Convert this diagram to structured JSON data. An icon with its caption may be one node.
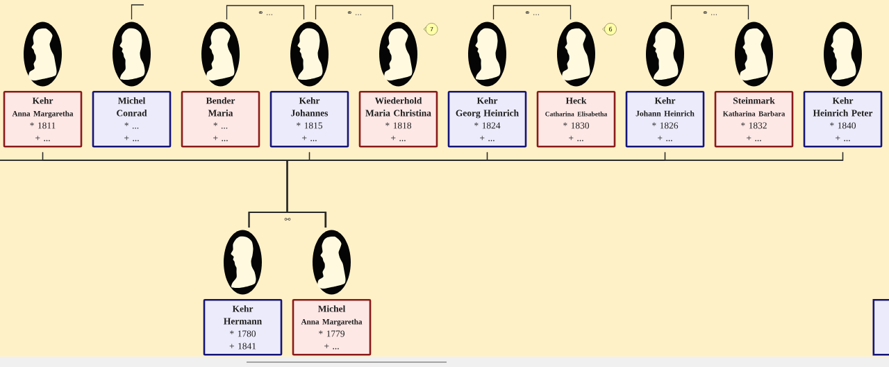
{
  "diagram": {
    "nodes": [
      {
        "text": [
          "Kehr",
          "Anna Margaretha",
          "* 1811",
          "+ ..."
        ]
      },
      {
        "text": [
          "Michel",
          "Conrad",
          "* ...",
          "+ ..."
        ]
      },
      {
        "text": [
          "Bender",
          "Maria",
          "* ...",
          "+ ..."
        ]
      },
      {
        "text": [
          "Kehr",
          "Johannes",
          "* 1815",
          "+ ..."
        ]
      },
      {
        "text": [
          "Wiederhold",
          "Maria Christina",
          "* 1818",
          "+ ..."
        ]
      },
      {
        "text": [
          "Kehr",
          "Georg Heinrich",
          "* 1824",
          "+ ..."
        ]
      },
      {
        "text": [
          "Heck",
          "Catharina Elisabetha",
          "* 1830",
          "+ ..."
        ]
      },
      {
        "text": [
          "Kehr",
          "Johann Heinrich",
          "* 1826",
          "+ ..."
        ]
      },
      {
        "text": [
          "Steinmark",
          "Katharina Barbara",
          "* 1832",
          "+ ..."
        ]
      },
      {
        "text": [
          "Kehr",
          "Heinrich Peter",
          "* 1840",
          "+ ..."
        ]
      },
      {
        "text": [
          "Kehr",
          "Hermann",
          "* 1780",
          "+ 1841"
        ]
      },
      {
        "text": [
          "Michel",
          "Anna Margaretha",
          "* 1779",
          "+ ..."
        ]
      },
      {
        "text": [],
        "shape": "box"
      }
    ],
    "edges": [
      {
        "from": 1,
        "to": null,
        "arrow": "none"
      },
      {
        "from": 2,
        "to": 3,
        "arrow": "none",
        "label": "⚭ ..."
      },
      {
        "from": 3,
        "to": 4,
        "arrow": "none",
        "label": "⚭ ..."
      },
      {
        "from": 5,
        "to": 6,
        "arrow": "none",
        "label": "⚭ ..."
      },
      {
        "from": 7,
        "to": 8,
        "arrow": "none",
        "label": "⚭ ..."
      },
      {
        "from": 10,
        "to": 11,
        "arrow": "none",
        "label": "⚯"
      },
      {
        "from": 10,
        "to": 0,
        "arrow": "none"
      },
      {
        "from": 10,
        "to": 3,
        "arrow": "none"
      },
      {
        "from": 10,
        "to": 5,
        "arrow": "none"
      },
      {
        "from": 10,
        "to": 7,
        "arrow": "none"
      },
      {
        "from": 10,
        "to": 9,
        "arrow": "none"
      },
      {
        "from": 10,
        "to": null,
        "arrow": "none"
      },
      {
        "from": 11,
        "to": 0,
        "arrow": "none"
      },
      {
        "from": 11,
        "to": 3,
        "arrow": "none"
      },
      {
        "from": 11,
        "to": 5,
        "arrow": "none"
      },
      {
        "from": 11,
        "to": 7,
        "arrow": "none"
      },
      {
        "from": 11,
        "to": 9,
        "arrow": "none"
      },
      {
        "from": 11,
        "to": null,
        "arrow": "none"
      }
    ],
    "labels": [
      "7",
      "6"
    ]
  }
}
